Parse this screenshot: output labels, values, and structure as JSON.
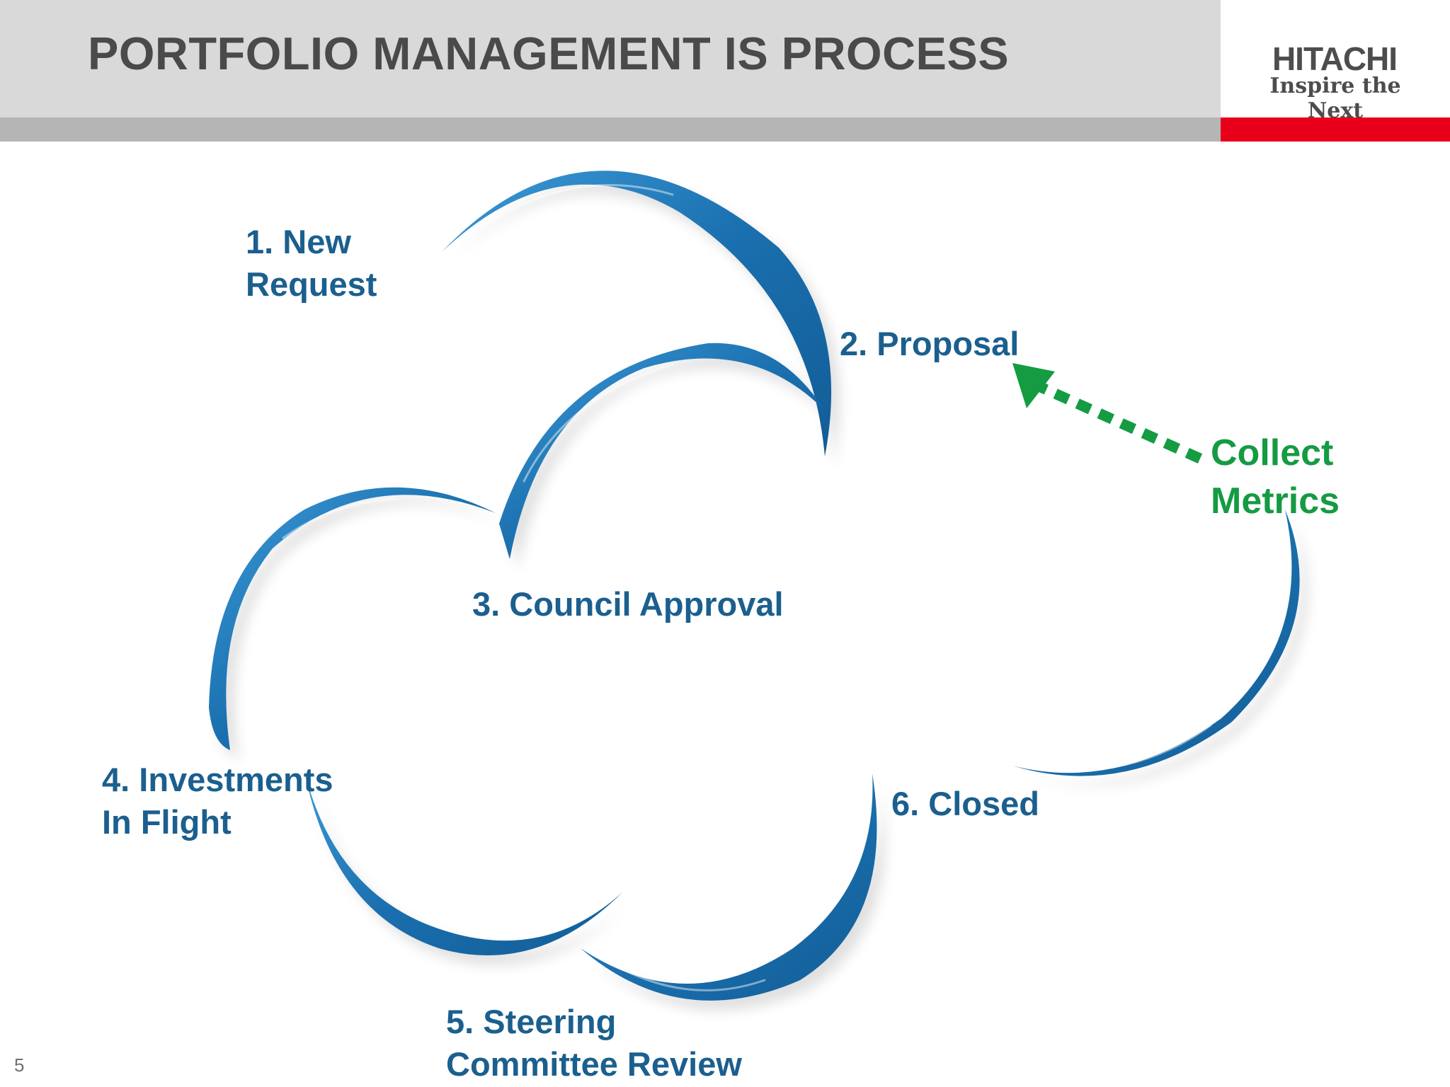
{
  "slide": {
    "title": "PORTFOLIO MANAGEMENT IS PROCESS",
    "page_number": "5"
  },
  "logo": {
    "name": "HITACHI",
    "tagline": "Inspire the Next",
    "accent_color": "#e8001b"
  },
  "process": {
    "steps": [
      {
        "label_line1": "1. New",
        "label_line2": "Request"
      },
      {
        "label_line1": "2. Proposal"
      },
      {
        "label_line1": "3. Council Approval"
      },
      {
        "label_line1": "4. Investments",
        "label_line2": "In Flight"
      },
      {
        "label_line1": "5. Steering",
        "label_line2": "Committee Review"
      },
      {
        "label_line1": "6. Closed"
      }
    ],
    "feedback": {
      "label_line1": "Collect",
      "label_line2": "Metrics"
    }
  },
  "colors": {
    "arc_blue": "#1a6fae",
    "label_blue": "#1b5f8e",
    "feedback_green": "#159b42",
    "header_gray": "#d9d9d9"
  },
  "icons": {
    "feedback_arrow": "dotted-arrow-icon"
  }
}
